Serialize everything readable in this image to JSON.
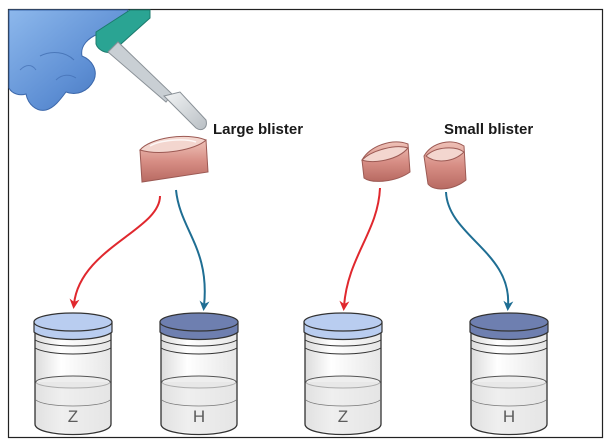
{
  "labels": {
    "large_blister": "Large blister",
    "small_blister": "Small blister"
  },
  "jars": [
    {
      "letter": "Z",
      "lid": "light-blue"
    },
    {
      "letter": "H",
      "lid": "dark-blue"
    },
    {
      "letter": "Z",
      "lid": "light-blue"
    },
    {
      "letter": "H",
      "lid": "dark-blue"
    }
  ],
  "colors": {
    "arrow_z": "#e0282e",
    "arrow_h": "#1f6e93",
    "lid_light": "#b9cdf0",
    "lid_dark": "#6e7fb0",
    "glove": "#6f9fdc",
    "skin": "#d9908a",
    "scalpel_handle": "#2aa493",
    "frame": "#222222"
  },
  "icons": [
    "gloved-hand-icon",
    "scalpel-icon",
    "skin-sample-icon",
    "jar-icon",
    "arrow-icon"
  ]
}
